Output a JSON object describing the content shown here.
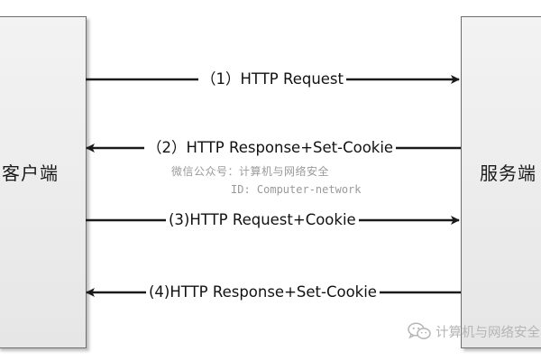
{
  "client": {
    "label": "客户端"
  },
  "server": {
    "label": "服务端"
  },
  "steps": [
    {
      "label": "（1）HTTP Request",
      "direction": "client-to-server"
    },
    {
      "label": "（2）HTTP Response+Set-Cookie",
      "direction": "server-to-client"
    },
    {
      "label": "(3)HTTP Request+Cookie",
      "direction": "client-to-server"
    },
    {
      "label": "(4)HTTP Response+Set-Cookie",
      "direction": "server-to-client"
    }
  ],
  "watermark": {
    "line1": "微信公众号：计算机与网络安全",
    "line2": "ID: Computer-network",
    "bottom": "计算机与网络安全",
    "icon": "wechat-icon"
  },
  "colors": {
    "arrow": "#1a1a1a",
    "box_border": "#6e6e6e",
    "watermark": "#9a9a9a"
  }
}
